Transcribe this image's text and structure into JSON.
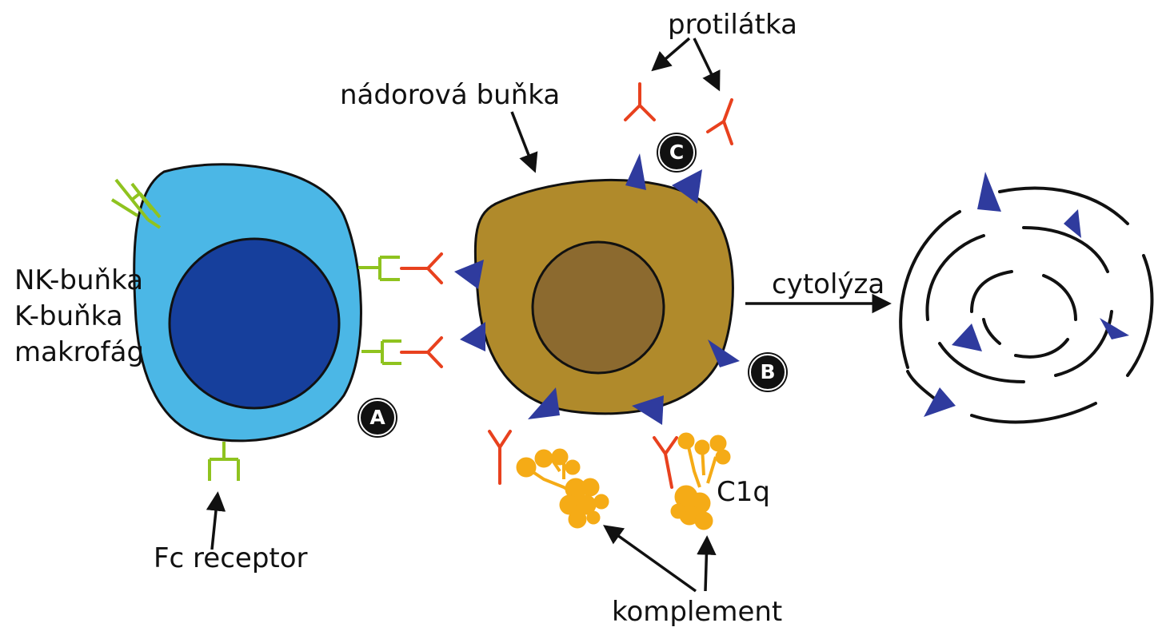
{
  "labels": {
    "effector_nk": "NK-buňka",
    "effector_k": "K-buňka",
    "effector_mf": "makrofág",
    "fc_receptor": "Fc receptor",
    "tumor_cell": "nádorová buňka",
    "antibody": "protilátka",
    "cytolysis": "cytolýza",
    "c1q": "C1q",
    "complement": "komplement"
  },
  "badges": {
    "a": "A",
    "b": "B",
    "c": "C"
  },
  "colors": {
    "effector_cytoplasm": "#4bb7e6",
    "effector_nucleus": "#163f9c",
    "tumor_cytoplasm": "#b08a2b",
    "tumor_nucleus": "#8c6a2f",
    "antigen": "#2f3b9e",
    "antibody": "#e8411e",
    "fc_receptor": "#8fc31f",
    "complement": "#f5ab16",
    "outline": "#111111"
  },
  "icons": [
    "antigen-triangle-icon",
    "antibody-y-icon",
    "fc-receptor-icon",
    "complement-c1q-icon",
    "arrow-icon"
  ]
}
